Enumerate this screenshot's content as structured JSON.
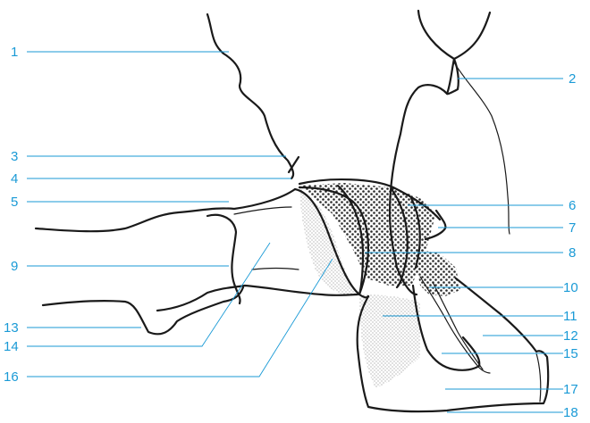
{
  "callouts": [
    {
      "id": "1",
      "label": "1"
    },
    {
      "id": "2",
      "label": "2"
    },
    {
      "id": "3",
      "label": "3"
    },
    {
      "id": "4",
      "label": "4"
    },
    {
      "id": "5",
      "label": "5"
    },
    {
      "id": "6",
      "label": "6"
    },
    {
      "id": "7",
      "label": "7"
    },
    {
      "id": "8",
      "label": "8"
    },
    {
      "id": "9",
      "label": "9"
    },
    {
      "id": "10",
      "label": "10"
    },
    {
      "id": "11",
      "label": "11"
    },
    {
      "id": "12",
      "label": "12"
    },
    {
      "id": "13",
      "label": "13"
    },
    {
      "id": "14",
      "label": "14"
    },
    {
      "id": "15",
      "label": "15"
    },
    {
      "id": "16",
      "label": "16"
    },
    {
      "id": "17",
      "label": "17"
    },
    {
      "id": "18",
      "label": "18"
    }
  ],
  "colors": {
    "callout": "#1a9ad6",
    "line": "#1a1a1a",
    "shade": "#c8c8c8"
  }
}
